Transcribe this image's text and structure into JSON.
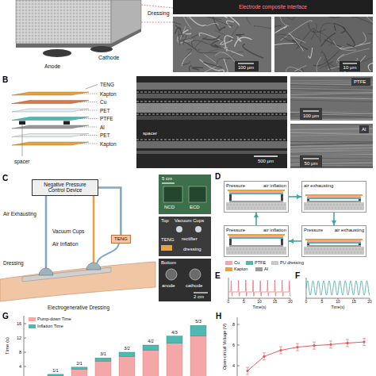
{
  "diagram": {
    "nodes": [
      {
        "text": [
          "Negative Pressure Control Device"
        ]
      },
      {
        "text": [
          "TENG"
        ]
      },
      {
        "text": [
          "Pressure",
          "air inflation"
        ]
      },
      {
        "text": [
          "air exhausting"
        ]
      },
      {
        "text": [
          "Pressure",
          "air exhausting"
        ]
      },
      {
        "text": [
          "Pressure",
          "air inflation"
        ]
      }
    ],
    "edges": [
      {
        "from": 0,
        "to": 1,
        "arrow": "none"
      },
      {
        "from": 2,
        "to": 3,
        "arrow": "to"
      },
      {
        "from": 3,
        "to": 4,
        "arrow": "to"
      },
      {
        "from": 4,
        "to": 5,
        "arrow": "to"
      },
      {
        "from": 5,
        "to": 2,
        "arrow": "to"
      }
    ],
    "labels": [
      "Dressing",
      "Anode",
      "Cathode",
      "Electrode composite interface",
      "100 μm",
      "10 μm",
      "B",
      "TENG",
      "Kapton",
      "Cu",
      "PET",
      "PTFE",
      "Al",
      "PET",
      "Kapton",
      "spacer",
      "spacer",
      "500 μm",
      "PTFE",
      "100 μm",
      "Al",
      "50 μm",
      "C",
      "Air Exhausting",
      "Vacuum Cups",
      "Air Inflation",
      "Dressing",
      "Electrogenerative Dressing",
      "5 cm",
      "NCD",
      "ECD",
      "Top",
      "Vacuum Cups",
      "TENG",
      "rectifier",
      "dressing",
      "Bottom",
      "anode",
      "cathode",
      "2 cm",
      "D",
      "E",
      "0",
      "5",
      "10",
      "15",
      "20",
      "Time(s)",
      "F",
      "0",
      "5",
      "10",
      "15",
      "20",
      "Time(s)",
      "G",
      "Time (s)",
      "4",
      "8",
      "12",
      "16",
      "1/1",
      "2/1",
      "3/1",
      "3/2",
      "4/2",
      "4/3",
      "5/3",
      "H",
      "Open-circuit Voltage (V)",
      "8",
      "6",
      "4"
    ],
    "legend": [
      {
        "text": "Cu",
        "color": "#f4a7a7"
      },
      {
        "text": "PTFE",
        "color": "#4fb9b1"
      },
      {
        "text": "PU dressing",
        "color": "#c8c8c8"
      },
      {
        "text": "Kapton",
        "color": "#e8a23c"
      },
      {
        "text": "Al",
        "color": "#9a9a9a"
      },
      {
        "text": "Pump-down Time",
        "color": "#f4a7a7"
      },
      {
        "text": "Inflation Time",
        "color": "#4fb9b1"
      }
    ]
  }
}
